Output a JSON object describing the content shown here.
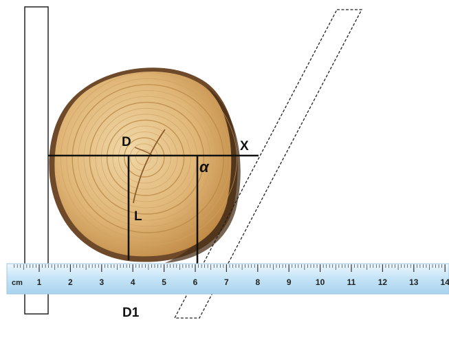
{
  "labels": {
    "d": "D",
    "x": "X",
    "alpha": "α",
    "l": "L",
    "d1": "D1"
  },
  "ruler": {
    "unit": "cm",
    "numbers": [
      "1",
      "2",
      "3",
      "4",
      "5",
      "6",
      "7",
      "8",
      "9",
      "10",
      "11",
      "12",
      "13",
      "14"
    ]
  },
  "colors": {
    "ruler_face": "#bfe0f5",
    "ruler_edge": "#eef7fd",
    "line": "#111111",
    "wood_light": "#e8c88e",
    "wood_dark": "#b88640",
    "bark": "#6e4a2a"
  }
}
